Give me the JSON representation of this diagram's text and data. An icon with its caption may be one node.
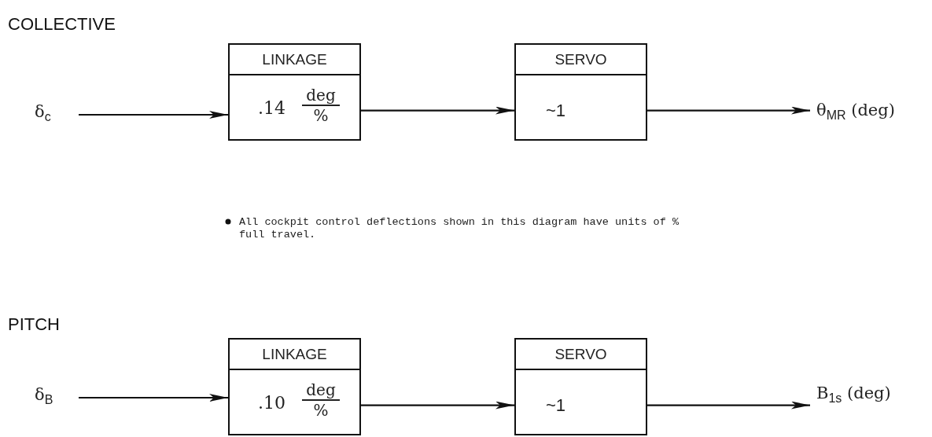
{
  "diagram": {
    "nodes": [
      {
        "text": [
          "δ$_{c}$"
        ]
      },
      {
        "text": [
          "LINKAGE",
          ".14",
          "deg",
          "%"
        ]
      },
      {
        "text": [
          "SERVO",
          "~1"
        ]
      },
      {
        "text": [
          "θ$_{MR}$ (deg)"
        ]
      },
      {
        "text": [
          "δ$_{B}$"
        ]
      },
      {
        "text": [
          "LINKAGE",
          ".10",
          "deg",
          "%"
        ]
      },
      {
        "text": [
          "SERVO",
          "~1"
        ]
      },
      {
        "text": [
          "B$_{1s}$ (deg)"
        ]
      }
    ],
    "edges": [
      {
        "from": 0,
        "to": 1,
        "arrow": "to"
      },
      {
        "from": 1,
        "to": 2,
        "arrow": "to"
      },
      {
        "from": 2,
        "to": 3,
        "arrow": "to"
      },
      {
        "from": 4,
        "to": 5,
        "arrow": "to"
      },
      {
        "from": 5,
        "to": 6,
        "arrow": "to"
      },
      {
        "from": 6,
        "to": 7,
        "arrow": "to"
      }
    ],
    "labels": [
      "COLLECTIVE",
      "All cockpit control deflections shown in this diagram have units of % full travel.",
      "PITCH"
    ]
  }
}
